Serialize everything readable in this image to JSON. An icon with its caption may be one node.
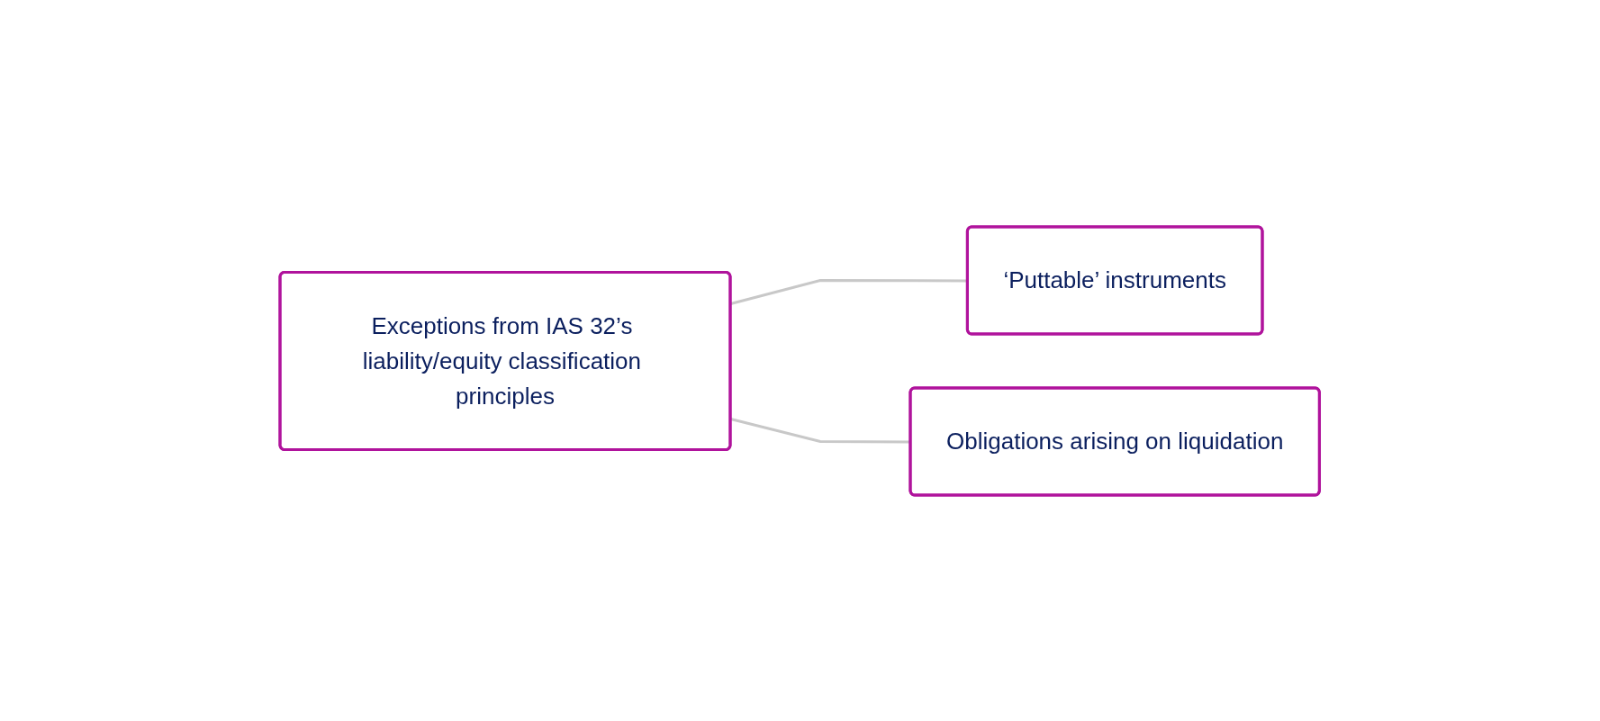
{
  "diagram": {
    "nodes": [
      {
        "text": [
          "Exceptions from IAS 32’s liability/equity classification principles"
        ]
      },
      {
        "text": [
          "‘Puttable’ instruments"
        ]
      },
      {
        "text": [
          "Obligations arising on liquidation"
        ]
      }
    ],
    "edges": [
      {
        "from": 0,
        "to": 1,
        "arrow": "none"
      },
      {
        "from": 0,
        "to": 2,
        "arrow": "none"
      }
    ]
  }
}
